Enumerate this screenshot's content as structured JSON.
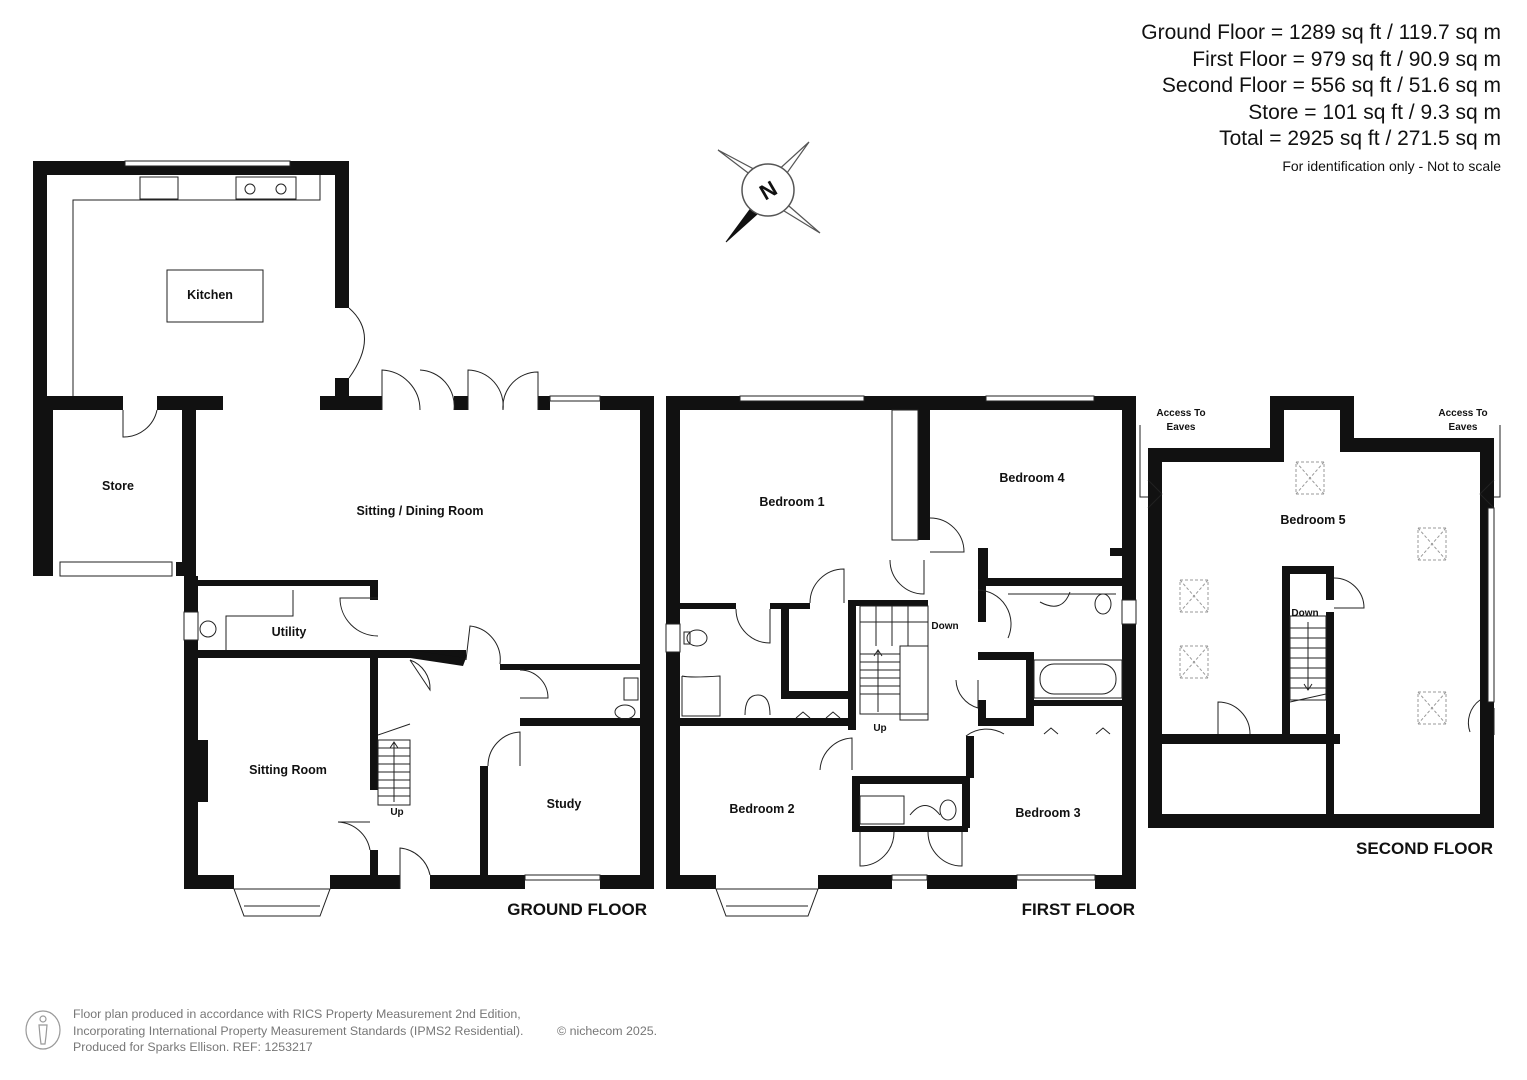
{
  "areas": [
    "Ground Floor = 1289 sq ft / 119.7 sq m",
    "First Floor = 979 sq ft / 90.9 sq m",
    "Second Floor = 556 sq ft / 51.6 sq m",
    "Store = 101 sq ft / 9.3 sq m",
    "Total = 2925 sq ft / 271.5 sq m"
  ],
  "note": "For identification only - Not to scale",
  "compass": "N",
  "floors": {
    "ground": "GROUND FLOOR",
    "first": "FIRST FLOOR",
    "second": "SECOND FLOOR"
  },
  "rooms": {
    "kitchen": "Kitchen",
    "store": "Store",
    "sitting_dining": "Sitting / Dining Room",
    "utility": "Utility",
    "sitting": "Sitting Room",
    "study": "Study",
    "bedroom1": "Bedroom 1",
    "bedroom2": "Bedroom 2",
    "bedroom3": "Bedroom 3",
    "bedroom4": "Bedroom 4",
    "bedroom5": "Bedroom 5"
  },
  "stairs": {
    "ground_up": "Up",
    "first_up": "Up",
    "first_down": "Down",
    "second_down": "Down"
  },
  "eaves": {
    "left_line1": "Access To",
    "left_line2": "Eaves",
    "right_line1": "Access To",
    "right_line2": "Eaves"
  },
  "footer": {
    "line1": "Floor plan produced in accordance with RICS Property Measurement 2nd Edition,",
    "line2": "Incorporating International Property Measurement Standards (IPMS2 Residential).",
    "line3": "Produced for Sparks Ellison.   REF: 1253217",
    "copyright": "© nichecom 2025."
  }
}
